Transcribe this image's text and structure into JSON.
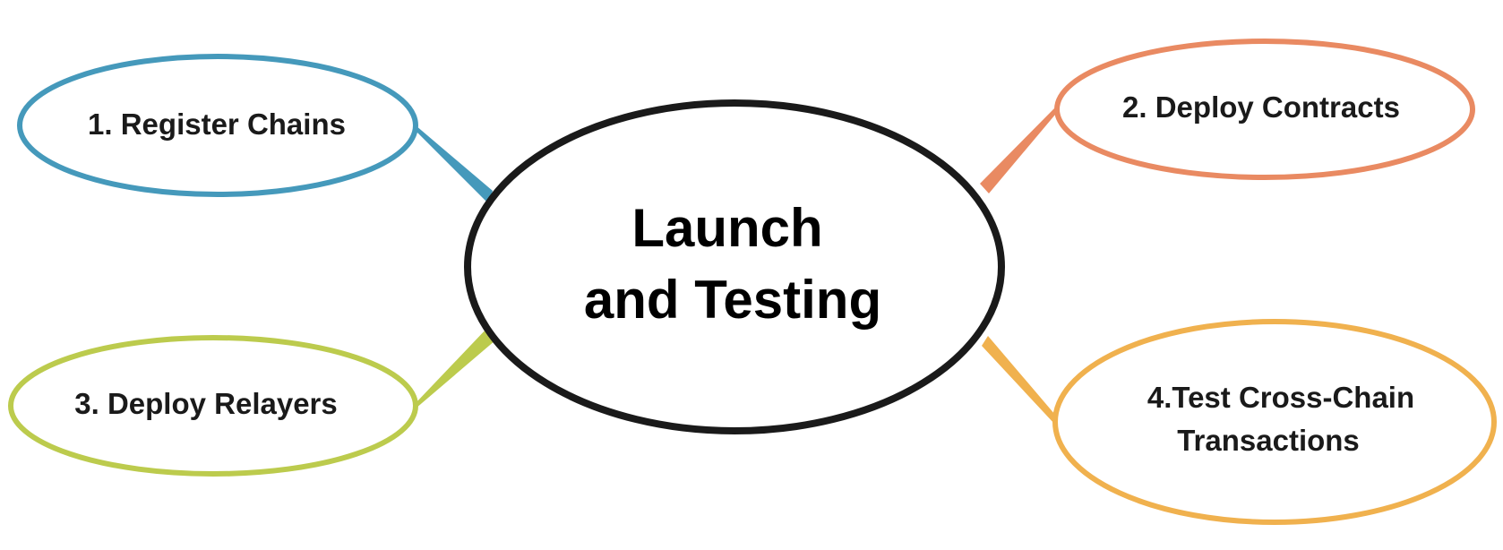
{
  "center": {
    "line1": "Launch",
    "line2": "and Testing",
    "color": "#1a1a1a"
  },
  "nodes": [
    {
      "id": "register-chains",
      "lines": [
        "1. Register Chains"
      ],
      "color": "#4599bb"
    },
    {
      "id": "deploy-contracts",
      "lines": [
        "2. Deploy Contracts"
      ],
      "color": "#e98a62"
    },
    {
      "id": "deploy-relayers",
      "lines": [
        "3. Deploy Relayers"
      ],
      "color": "#bccb4d"
    },
    {
      "id": "test-cross-chain",
      "lines": [
        "4.Test Cross-Chain",
        "Transactions"
      ],
      "color": "#f0b14e"
    }
  ]
}
